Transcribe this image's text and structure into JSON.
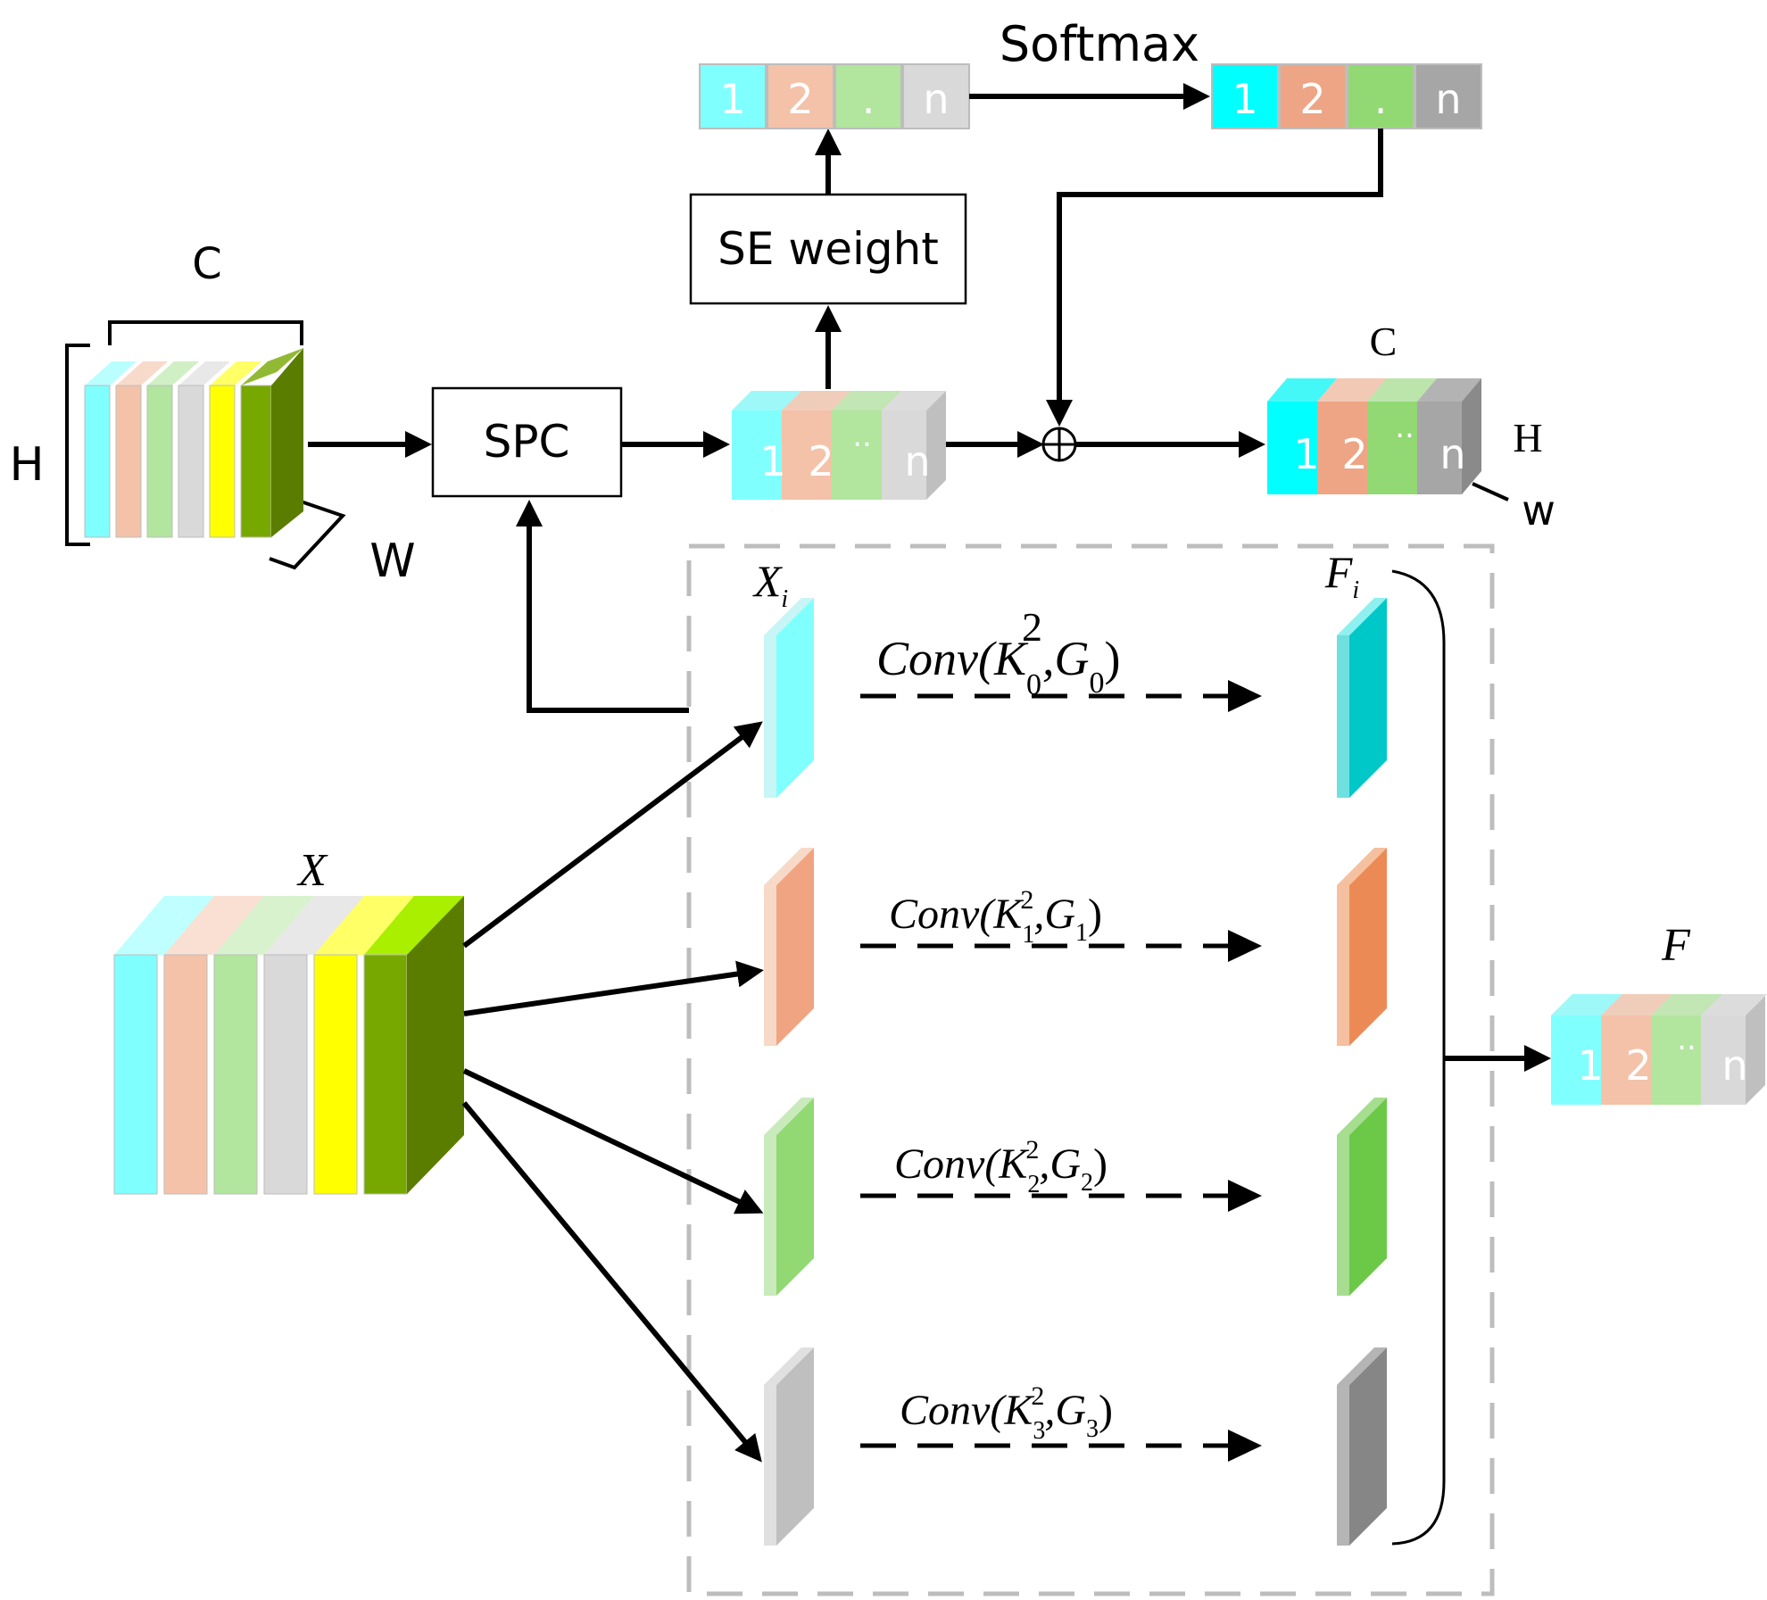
{
  "colors": {
    "cyan": "#80ffff",
    "peach": "#f4c2a8",
    "green_light": "#b2e59e",
    "grey_light": "#d9d9d9",
    "yellow": "#ffff00",
    "olive": "#77a800",
    "dark_green": "#5a7d00",
    "cyan_bright": "#00ffff",
    "peach_dark": "#eda585",
    "green_mid": "#92d873",
    "grey_mid": "#a6a6a6",
    "branch_orange": "#f1a482",
    "branch_grey": "#bfbfbf",
    "out_teal": "#00c8c8",
    "out_orange": "#ec8a55",
    "out_green": "#6cc847",
    "out_grey": "#868686"
  },
  "labels": {
    "input_c": "C",
    "input_h": "H",
    "input_w": "W",
    "spc": "SPC",
    "se_weight": "SE weight",
    "softmax": "Softmax",
    "out_c": "C",
    "out_h": "H",
    "out_w": "w",
    "x": "X",
    "xi": "X",
    "xi_sub": "i",
    "fi": "F",
    "fi_sub": "i",
    "f": "F",
    "oplus": "⊕"
  },
  "slot_labels": [
    "1",
    "2",
    ".",
    "n"
  ],
  "cube_labels": [
    "1",
    "2",
    "..",
    "n"
  ],
  "convs": [
    {
      "label": "Conv(K",
      "sub": "0",
      "sup": "2",
      "mid": ",G",
      "gsub": "0",
      "close": ")"
    },
    {
      "label": "Conv(K",
      "sub": "1",
      "sup": "2",
      "mid": ",G",
      "gsub": "1",
      "close": ")"
    },
    {
      "label": "Conv(K",
      "sub": "2",
      "sup": "2",
      "mid": ",G",
      "gsub": "2",
      "close": ")"
    },
    {
      "label": "Conv(K",
      "sub": "3",
      "sup": "2",
      "mid": ",G",
      "gsub": "3",
      "close": ")"
    }
  ]
}
